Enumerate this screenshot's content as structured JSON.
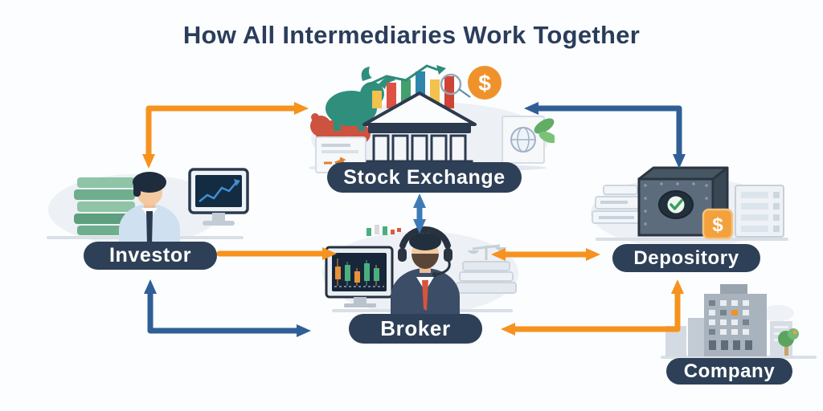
{
  "title": "How All Intermediaries Work Together",
  "icons": {
    "dollar_sign": "$"
  },
  "colors": {
    "bg": "#fcfdfe",
    "title_navy": "#2b3d5c",
    "pill_navy": "#2e4057",
    "arrow_orange": "#f6921e",
    "arrow_blue": "#2f5f96",
    "arrow_blue_light": "#3d7bb5",
    "cloud_gray": "#edf0f5",
    "ground_gray": "#d9dfe6"
  },
  "nodes": [
    {
      "id": "stock-exchange",
      "label": "Stock Exchange"
    },
    {
      "id": "investor",
      "label": "Investor"
    },
    {
      "id": "broker",
      "label": "Broker"
    },
    {
      "id": "depository",
      "label": "Depository"
    },
    {
      "id": "company",
      "label": "Company"
    }
  ],
  "connections": [
    {
      "between": [
        "Investor",
        "Stock Exchange"
      ],
      "color": "orange",
      "shape": "elbow",
      "bidirectional": true
    },
    {
      "between": [
        "Stock Exchange",
        "Depository"
      ],
      "color": "blue",
      "shape": "elbow",
      "bidirectional": true
    },
    {
      "between": [
        "Stock Exchange",
        "Broker"
      ],
      "color": "blue",
      "shape": "straight-vertical",
      "bidirectional": true
    },
    {
      "between": [
        "Investor",
        "Broker"
      ],
      "color": "orange",
      "shape": "straight-horizontal",
      "bidirectional": false,
      "direction": "Investor to Broker"
    },
    {
      "between": [
        "Broker",
        "Depository"
      ],
      "color": "orange",
      "shape": "straight-horizontal",
      "bidirectional": true
    },
    {
      "between": [
        "Investor",
        "Broker"
      ],
      "color": "blue",
      "shape": "elbow",
      "bidirectional": true
    },
    {
      "between": [
        "Broker",
        "Depository"
      ],
      "via": "Company",
      "color": "orange",
      "shape": "elbow",
      "bidirectional": true
    }
  ]
}
